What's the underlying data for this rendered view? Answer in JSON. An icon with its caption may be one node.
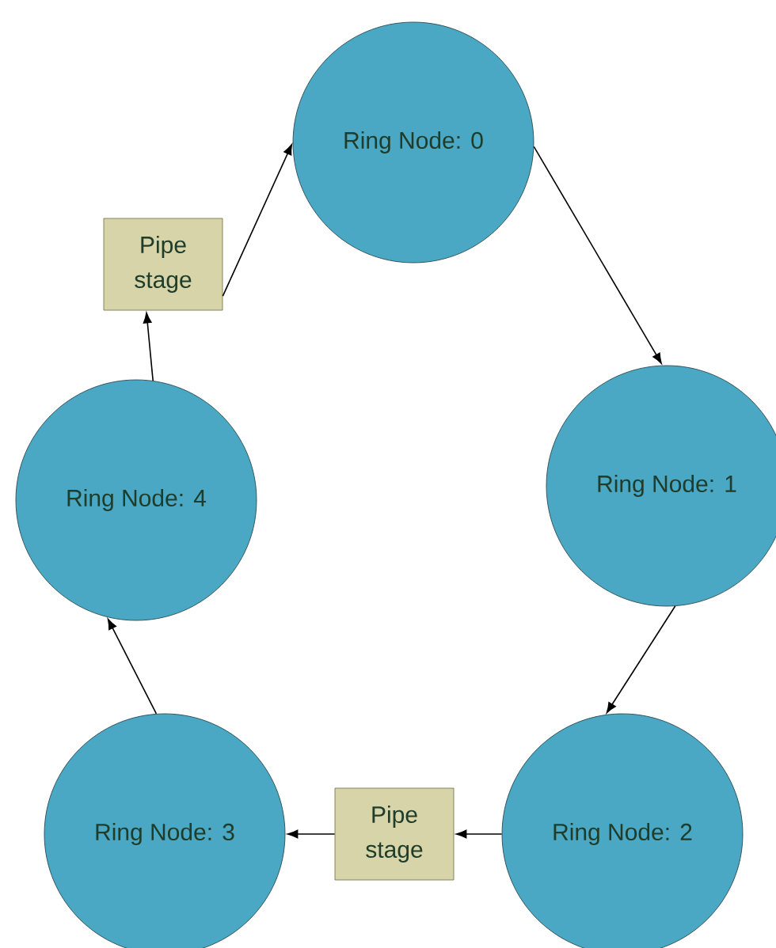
{
  "diagram": {
    "nodes": [
      {
        "text": [
          "Ring Node: 0"
        ]
      },
      {
        "text": [
          "Ring Node: 1"
        ]
      },
      {
        "text": [
          "Ring Node: 2"
        ]
      },
      {
        "text": [
          "Pipe stage"
        ]
      },
      {
        "text": [
          "Ring Node: 3"
        ]
      },
      {
        "text": [
          "Ring Node: 4"
        ]
      },
      {
        "text": [
          "Pipe stage"
        ]
      }
    ],
    "edges": [
      {
        "from": 0,
        "to": 1,
        "arrow": "to"
      },
      {
        "from": 1,
        "to": 2,
        "arrow": "to"
      },
      {
        "from": 2,
        "to": 3,
        "arrow": "to"
      },
      {
        "from": 3,
        "to": 4,
        "arrow": "to"
      },
      {
        "from": 4,
        "to": 5,
        "arrow": "to"
      },
      {
        "from": 5,
        "to": 6,
        "arrow": "to"
      },
      {
        "from": 6,
        "to": 0,
        "arrow": "to"
      }
    ]
  }
}
